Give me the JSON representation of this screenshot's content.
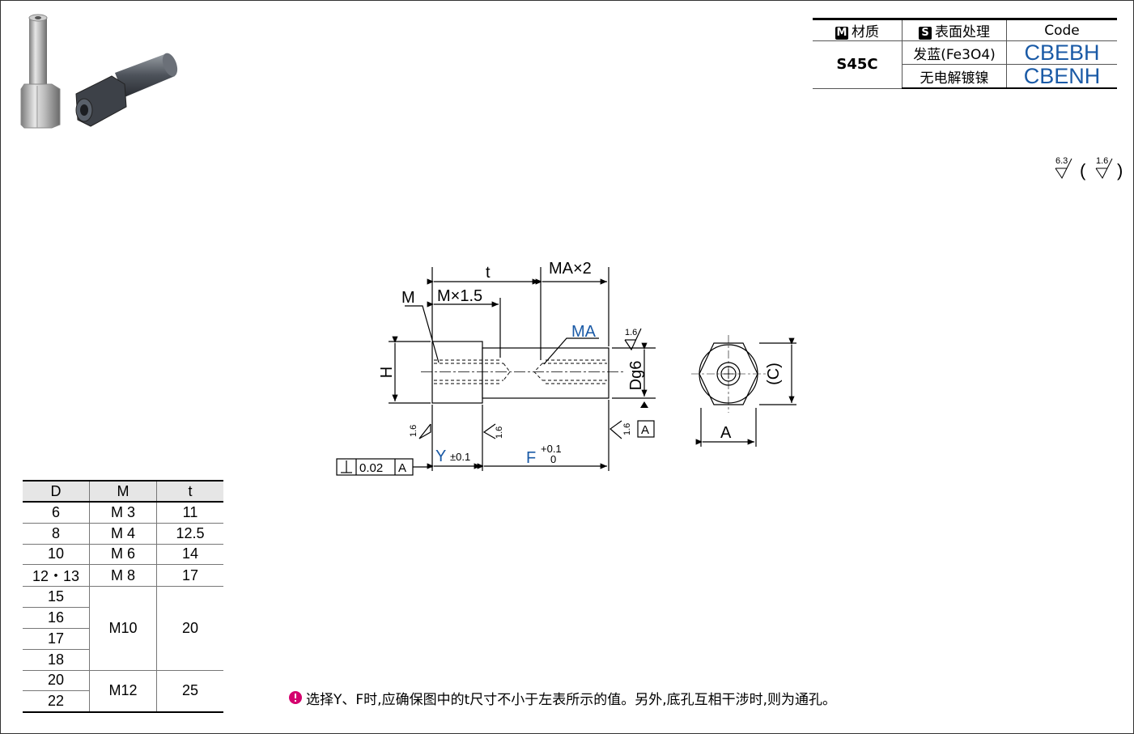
{
  "spec_table": {
    "header": {
      "material_label": "材质",
      "material_icon_letter": "M",
      "surface_label": "表面处理",
      "surface_icon_letter": "S",
      "code_label": "Code"
    },
    "material": "S45C",
    "rows": [
      {
        "surface": "发蓝(Fe3O4)",
        "code": "CBEBH"
      },
      {
        "surface": "无电解镀镍",
        "code": "CBENH"
      }
    ]
  },
  "roughness": {
    "main": "6.3",
    "other": "1.6"
  },
  "drawing": {
    "label_t": "t",
    "label_ma_x2": "MA×2",
    "label_m": "M",
    "label_m_x15": "M×1.5",
    "label_ma": "MA",
    "label_h": "H",
    "label_dg6": "Dg6",
    "label_y": "Y",
    "label_y_tol": "±0.1",
    "label_f": "F",
    "label_f_tol_upper": "+0.1",
    "label_f_tol_lower": "0",
    "roughness_1_6": "1.6",
    "datum_a": "A",
    "perp_tol": "0.02",
    "label_a": "A",
    "label_c": "(C)"
  },
  "size_table": {
    "headers": [
      "D",
      "M",
      "t"
    ],
    "rows": [
      {
        "D": "6",
        "M": "M 3",
        "t": "11"
      },
      {
        "D": "8",
        "M": "M 4",
        "t": "12.5"
      },
      {
        "D": "10",
        "M": "M 6",
        "t": "14"
      },
      {
        "D": "12・13",
        "M": "M 8",
        "t": "17"
      },
      {
        "D": "15",
        "M": "M10",
        "t": "20"
      },
      {
        "D": "16"
      },
      {
        "D": "17"
      },
      {
        "D": "18"
      },
      {
        "D": "20",
        "M": "M12",
        "t": "25"
      },
      {
        "D": "22"
      }
    ]
  },
  "note": "选择Y、F时,应确保图中的t尺寸不小于左表所示的值。另外,底孔互相干涉时,则为通孔。",
  "colors": {
    "accent_blue": "#1a5aa6",
    "note_icon": "#d4006e"
  }
}
